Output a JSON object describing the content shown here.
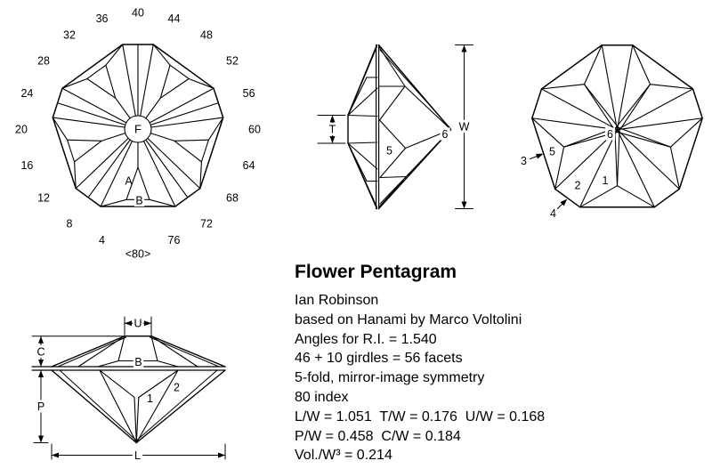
{
  "info": {
    "title": "Flower Pentagram",
    "lines": [
      "Ian Robinson",
      "based on Hanami by Marco Voltolini",
      "Angles for R.I. = 1.540",
      "46 + 10 girdles = 56 facets",
      "5-fold, mirror-image symmetry",
      "80 index",
      "L/W = 1.051  T/W = 0.176  U/W = 0.168",
      "P/W = 0.458  C/W = 0.184",
      "Vol./W³ = 0.214"
    ]
  },
  "crown_view": {
    "table_label": "F",
    "label_a": "A",
    "label_b": "B",
    "index_labels": [
      "4",
      "8",
      "12",
      "16",
      "20",
      "24",
      "28",
      "32",
      "36",
      "40",
      "44",
      "48",
      "52",
      "56",
      "60",
      "64",
      "68",
      "72",
      "76",
      "<80>"
    ]
  },
  "side_view": {
    "label_5": "5",
    "label_6": "6",
    "dim_t": "T",
    "dim_w": "W"
  },
  "pavilion_view": {
    "label_1": "1",
    "label_2": "2",
    "label_5": "5",
    "label_6": "6",
    "girdle_label_3": "3",
    "girdle_label_4": "4"
  },
  "profile_view": {
    "label_b": "B",
    "label_1": "1",
    "label_2": "2",
    "dim_u": "U",
    "dim_c": "C",
    "dim_p": "P",
    "dim_l": "L"
  },
  "colors": {
    "line": "#000000",
    "background": "#ffffff"
  }
}
